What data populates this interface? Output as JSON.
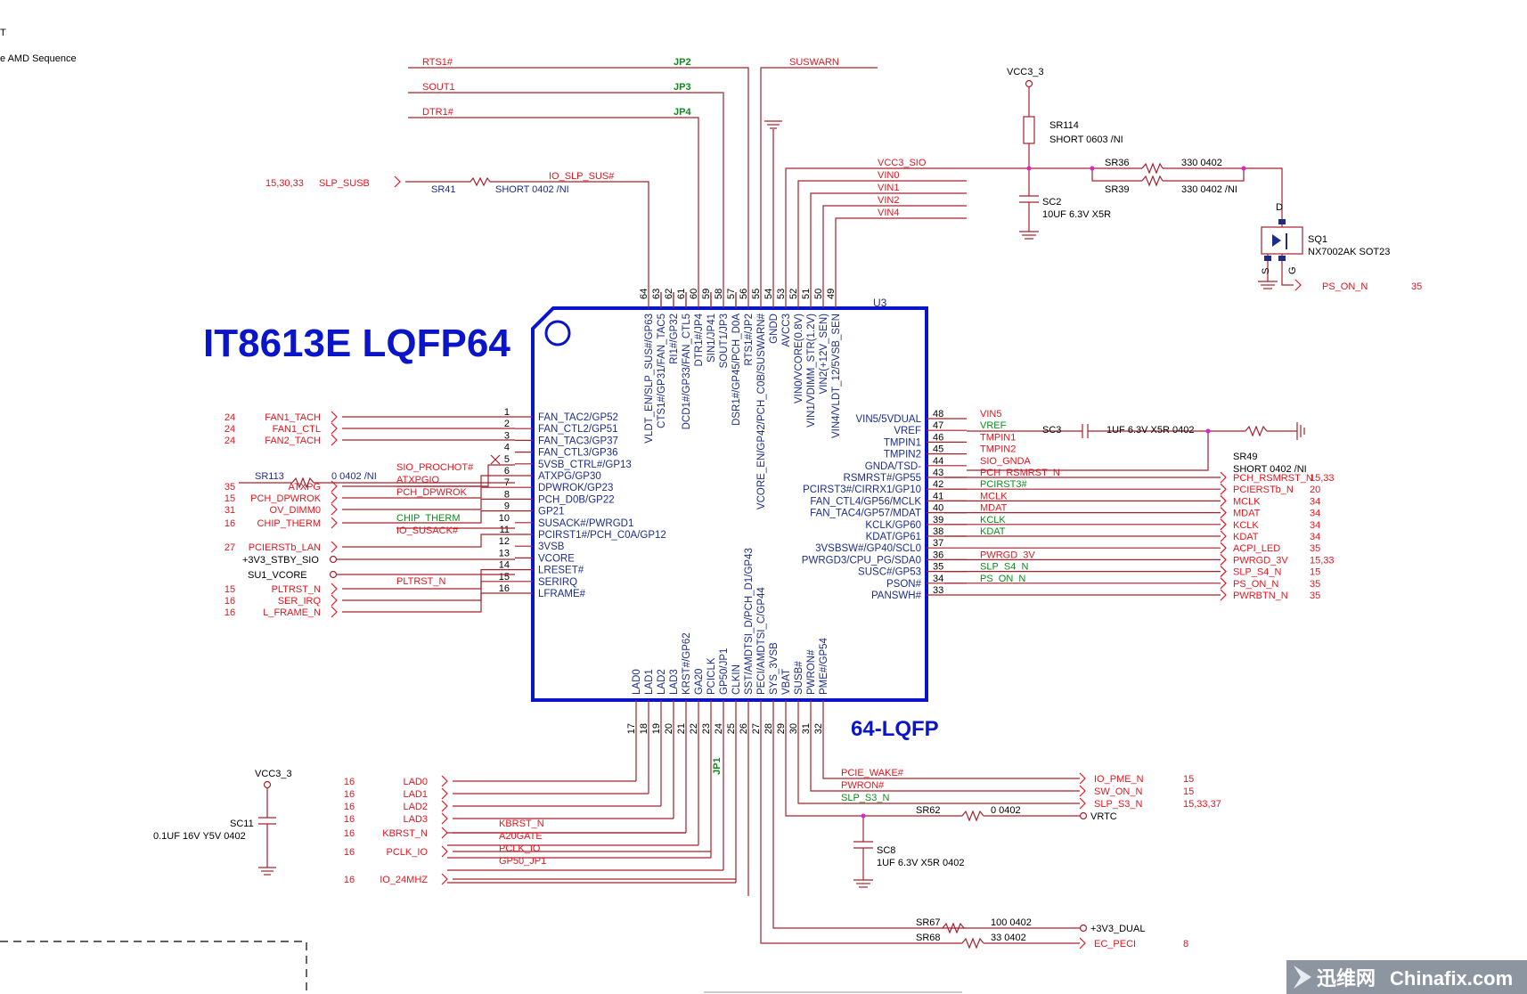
{
  "colors": {
    "wire": "#a8202c",
    "net": "#e0161e",
    "chip": "#0a14c8",
    "pin": "#1d2d87",
    "green": "#0e8a1e",
    "junction": "#dd22cc",
    "black": "#000000"
  },
  "header": {
    "line1": "T",
    "line2": "e AMD Sequence"
  },
  "chip": {
    "ref": "U3",
    "title": "IT8613E LQFP64",
    "package": "64-LQFP"
  },
  "pins_left": [
    {
      "num": "1",
      "name": "FAN_TAC2/GP52"
    },
    {
      "num": "2",
      "name": "FAN_CTL2/GP51"
    },
    {
      "num": "3",
      "name": "FAN_TAC3/GP37"
    },
    {
      "num": "4",
      "name": "FAN_CTL3/GP36"
    },
    {
      "num": "5",
      "name": "5VSB_CTRL#/GP13"
    },
    {
      "num": "6",
      "name": "ATXPG/GP30"
    },
    {
      "num": "7",
      "name": "DPWROK/GP23"
    },
    {
      "num": "8",
      "name": "PCH_D0B/GP22"
    },
    {
      "num": "9",
      "name": "GP21"
    },
    {
      "num": "10",
      "name": "SUSACK#/PWRGD1"
    },
    {
      "num": "11",
      "name": "PCIRST1#/PCH_C0A/GP12"
    },
    {
      "num": "12",
      "name": "3VSB"
    },
    {
      "num": "13",
      "name": "VCORE"
    },
    {
      "num": "14",
      "name": "LRESET#"
    },
    {
      "num": "15",
      "name": "SERIRQ"
    },
    {
      "num": "16",
      "name": "LFRAME#"
    }
  ],
  "pins_right": [
    {
      "num": "48",
      "name": "VIN5/5VDUAL"
    },
    {
      "num": "47",
      "name": "VREF"
    },
    {
      "num": "46",
      "name": "TMPIN1"
    },
    {
      "num": "45",
      "name": "TMPIN2"
    },
    {
      "num": "44",
      "name": "GNDA/TSD-"
    },
    {
      "num": "43",
      "name": "RSMRST#/GP55"
    },
    {
      "num": "42",
      "name": "PCIRST3#/CIRRX1/GP10"
    },
    {
      "num": "41",
      "name": "FAN_CTL4/GP56/MCLK"
    },
    {
      "num": "40",
      "name": "FAN_TAC4/GP57/MDAT"
    },
    {
      "num": "39",
      "name": "KCLK/GP60"
    },
    {
      "num": "38",
      "name": "KDAT/GP61"
    },
    {
      "num": "37",
      "name": "3VSBSW#/GP40/SCL0"
    },
    {
      "num": "36",
      "name": "PWRGD3/CPU_PG/SDA0"
    },
    {
      "num": "35",
      "name": "SUSC#/GP53"
    },
    {
      "num": "34",
      "name": "PSON#"
    },
    {
      "num": "33",
      "name": "PANSWH#"
    }
  ],
  "pins_top": [
    {
      "num": "64",
      "name": "VLDT_EN/SLP_SUS#/GP63"
    },
    {
      "num": "63",
      "name": "CTS1#/GP31/FAN_TAC5"
    },
    {
      "num": "62",
      "name": "RI1#/GP32"
    },
    {
      "num": "61",
      "name": "DCD1#/GP33/FAN_CTL5"
    },
    {
      "num": "60",
      "name": "DTR1#/JP4"
    },
    {
      "num": "59",
      "name": "SIN1/JP41"
    },
    {
      "num": "58",
      "name": "SOUT1/JP3"
    },
    {
      "num": "57",
      "name": "DSR1#/GP45/PCH_D0A"
    },
    {
      "num": "56",
      "name": "RTS1#/JP2"
    },
    {
      "num": "55",
      "name": "VCORE_EN/GP42/PCH_C0B/SUSWARN#"
    },
    {
      "num": "54",
      "name": "GNDD"
    },
    {
      "num": "53",
      "name": "AVCC3"
    },
    {
      "num": "52",
      "name": "VIN0/VCORE(0.8V)"
    },
    {
      "num": "51",
      "name": "VIN1/VDIMM_STR(1.2V)"
    },
    {
      "num": "50",
      "name": "VIN2(+12V_SEN)"
    },
    {
      "num": "49",
      "name": "VIN4/VLDT_12/5VSB_SEN"
    }
  ],
  "pins_bottom": [
    {
      "num": "17",
      "name": "LAD0"
    },
    {
      "num": "18",
      "name": "LAD1"
    },
    {
      "num": "19",
      "name": "LAD2"
    },
    {
      "num": "20",
      "name": "LAD3"
    },
    {
      "num": "21",
      "name": "KRST#/GP62"
    },
    {
      "num": "22",
      "name": "GA20"
    },
    {
      "num": "23",
      "name": "PCICLK"
    },
    {
      "num": "24",
      "name": "GP50/JP1"
    },
    {
      "num": "25",
      "name": "CLKIN"
    },
    {
      "num": "26",
      "name": "SST/AMDTSI_D/PCH_D1/GP43"
    },
    {
      "num": "27",
      "name": "PECI/AMDTSI_C/GP44"
    },
    {
      "num": "28",
      "name": "SYS_3VSB"
    },
    {
      "num": "29",
      "name": "VBAT"
    },
    {
      "num": "30",
      "name": "SUSB#"
    },
    {
      "num": "31",
      "name": "PWRON#"
    },
    {
      "num": "32",
      "name": "PME#/GP54"
    }
  ],
  "left_nets": [
    {
      "ref": "24",
      "label": "FAN1_TACH"
    },
    {
      "ref": "24",
      "label": "FAN1_CTL"
    },
    {
      "ref": "24",
      "label": "FAN2_TACH"
    },
    {
      "ref": "35",
      "label": "ATXPG"
    },
    {
      "ref": "15",
      "label": "PCH_DPWROK"
    },
    {
      "ref": "31",
      "label": "OV_DIMM0"
    },
    {
      "ref": "16",
      "label": "CHIP_THERM"
    },
    {
      "ref": "27",
      "label": "PCIERSTb_LAN"
    },
    {
      "ref": "15",
      "label": "PLTRST_N"
    },
    {
      "ref": "16",
      "label": "SER_IRQ"
    },
    {
      "ref": "16",
      "label": "L_FRAME_N"
    }
  ],
  "left_inner": {
    "sio_prochot": "SIO_PROCHOT#",
    "atxpgio": "ATXPGIO",
    "pch_dpwrok": "PCH_DPWROK",
    "chip_therm": "CHIP_THERM",
    "io_susack": "IO_SUSACK#",
    "pltrst_n": "PLTRST_N",
    "stby": "+3V3_STBY_SIO",
    "vcore": "SU1_VCORE",
    "sr113": "SR113",
    "sr113_val": "0 0402 /NI"
  },
  "right_nets": [
    {
      "inner": "VIN5",
      "green": false,
      "out": "",
      "ref": ""
    },
    {
      "inner": "VREF",
      "green": true,
      "out": "",
      "ref": ""
    },
    {
      "inner": "TMPIN1",
      "green": false,
      "out": "",
      "ref": ""
    },
    {
      "inner": "TMPIN2",
      "green": false,
      "out": "",
      "ref": ""
    },
    {
      "inner": "SIO_GNDA",
      "green": false,
      "out": "",
      "ref": ""
    },
    {
      "inner": "PCH_RSMRST_N",
      "green": false,
      "out": "PCH_RSMRST_N",
      "ref": "15,33"
    },
    {
      "inner": "PCIRST3#",
      "green": true,
      "out": "PCIERSTb_N",
      "ref": "20"
    },
    {
      "inner": "MCLK",
      "green": false,
      "out": "MCLK",
      "ref": "34"
    },
    {
      "inner": "MDAT",
      "green": false,
      "out": "MDAT",
      "ref": "34"
    },
    {
      "inner": "KCLK",
      "green": true,
      "out": "KCLK",
      "ref": "34"
    },
    {
      "inner": "KDAT",
      "green": true,
      "out": "KDAT",
      "ref": "34"
    },
    {
      "inner": "",
      "green": false,
      "out": "ACPI_LED",
      "ref": "35"
    },
    {
      "inner": "PWRGD_3V",
      "green": false,
      "out": "PWRGD_3V",
      "ref": "15,33"
    },
    {
      "inner": "SLP_S4_N",
      "green": true,
      "out": "SLP_S4_N",
      "ref": "15"
    },
    {
      "inner": "PS_ON_N",
      "green": true,
      "out": "PS_ON_N",
      "ref": "35"
    },
    {
      "inner": "",
      "green": false,
      "out": "PWRBTN_N",
      "ref": "35"
    }
  ],
  "right_parts": {
    "sc3": "SC3",
    "sc3_val": "1UF 6.3V X5R 0402",
    "sr49": "SR49",
    "sr49_val": "SHORT 0402 /NI"
  },
  "top_nets": {
    "rts1": "RTS1#",
    "sout1": "SOUT1",
    "dtr1": "DTR1#",
    "jp2": "JP2",
    "jp3": "JP3",
    "jp4": "JP4",
    "suswarn": "SUSWARN",
    "io_slp_sus": "IO_SLP_SUS#",
    "slp_susb": "SLP_SUSB",
    "slp_susb_ref": "15,30,33",
    "sr41": "SR41",
    "sr41_val": "SHORT 0402 /NI",
    "vcc3_sio": "VCC3_SIO",
    "vin0": "VIN0",
    "vin1": "VIN1",
    "vin2": "VIN2",
    "vin4": "VIN4"
  },
  "power_circuit": {
    "vcc3_3": "VCC3_3",
    "sr114": "SR114",
    "sr114_val": "SHORT 0603 /NI",
    "sc2": "SC2",
    "sc2_val": "10UF 6.3V X5R",
    "sr36": "SR36",
    "sr36_val": "330 0402",
    "sr39": "SR39",
    "sr39_val": "330 0402 /NI",
    "sq1": "SQ1",
    "sq1_val": "NX7002AK SOT23",
    "d": "D",
    "s": "S",
    "g": "G",
    "ps_on": "PS_ON_N",
    "ps_on_ref": "35"
  },
  "bottom_left": {
    "vcc3_3": "VCC3_3",
    "sc11": "SC11",
    "sc11_val": "0.1UF 16V Y5V 0402",
    "nets": [
      {
        "ref": "16",
        "label": "LAD0"
      },
      {
        "ref": "16",
        "label": "LAD1"
      },
      {
        "ref": "16",
        "label": "LAD2"
      },
      {
        "ref": "16",
        "label": "LAD3"
      },
      {
        "ref": "16",
        "label": "KBRST_N"
      },
      {
        "ref": "16",
        "label": "PCLK_IO"
      },
      {
        "ref": "16",
        "label": "IO_24MHZ"
      }
    ],
    "kbrst_n": "KBRST_N",
    "a20gate": "A20GATE",
    "pclk_io": "PCLK_IO",
    "gp50_jp1": "GP50_JP1",
    "jp1": "JP1"
  },
  "bottom_right": {
    "pcie_wake": "PCIE_WAKE#",
    "pwron": "PWRON#",
    "slp_s3_n": "SLP_S3_N",
    "io_pme_n": "IO_PME_N",
    "io_pme_ref": "15",
    "sw_on_n": "SW_ON_N",
    "sw_on_ref": "15",
    "slp_s3_out": "SLP_S3_N",
    "slp_s3_ref": "15,33,37",
    "sr62": "SR62",
    "sr62_val": "0 0402",
    "vrtc": "VRTC",
    "sc8": "SC8",
    "sc8_val": "1UF 6.3V X5R 0402",
    "sr67": "SR67",
    "sr67_val": "100 0402",
    "v3v3_dual": "+3V3_DUAL",
    "sr68": "SR68",
    "sr68_val": "33 0402",
    "ec_peci": "EC_PECI",
    "ec_peci_ref": "8"
  },
  "watermark": {
    "text1": "迅维网",
    "text2": "Chinafix.com"
  }
}
